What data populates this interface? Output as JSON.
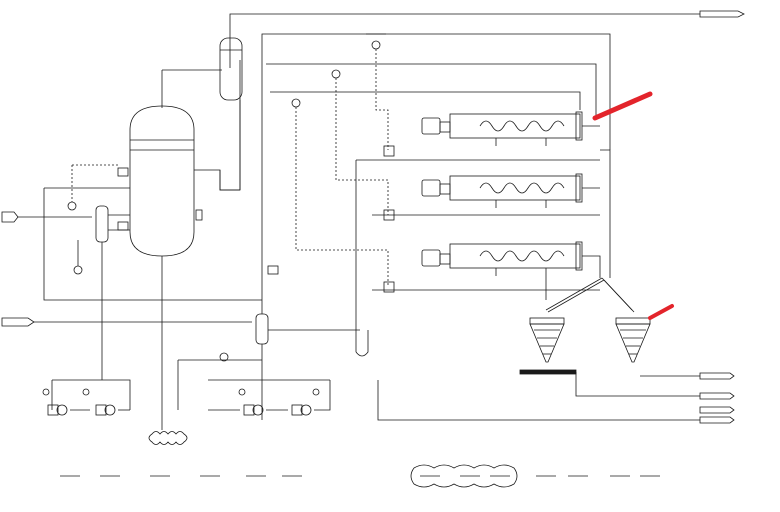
{
  "colors": {
    "line": "#1a1a1a",
    "annotation": "#e3242b",
    "background": "#ffffff"
  },
  "labels": {
    "top_line": "",
    "top_right_outlet": "",
    "reactor_tag": "",
    "left_feed": "",
    "left_inlet": ""
  },
  "icons": [
    "vertical-reactor-vessel",
    "overhead-condenser",
    "feed-heat-exchanger",
    "screw-dryer",
    "cone-hopper",
    "centrifugal-pump",
    "instrument-bubble",
    "drive-motor"
  ],
  "annotations": [
    {
      "kind": "red-scribble",
      "target": "screw-dryer-1-outlet"
    },
    {
      "kind": "red-scribble",
      "target": "cone-hopper-2"
    },
    {
      "kind": "hand-drawn-cloud",
      "target": "bottom-left-note"
    },
    {
      "kind": "hand-drawn-cloud",
      "target": "bottom-center-legend"
    }
  ]
}
